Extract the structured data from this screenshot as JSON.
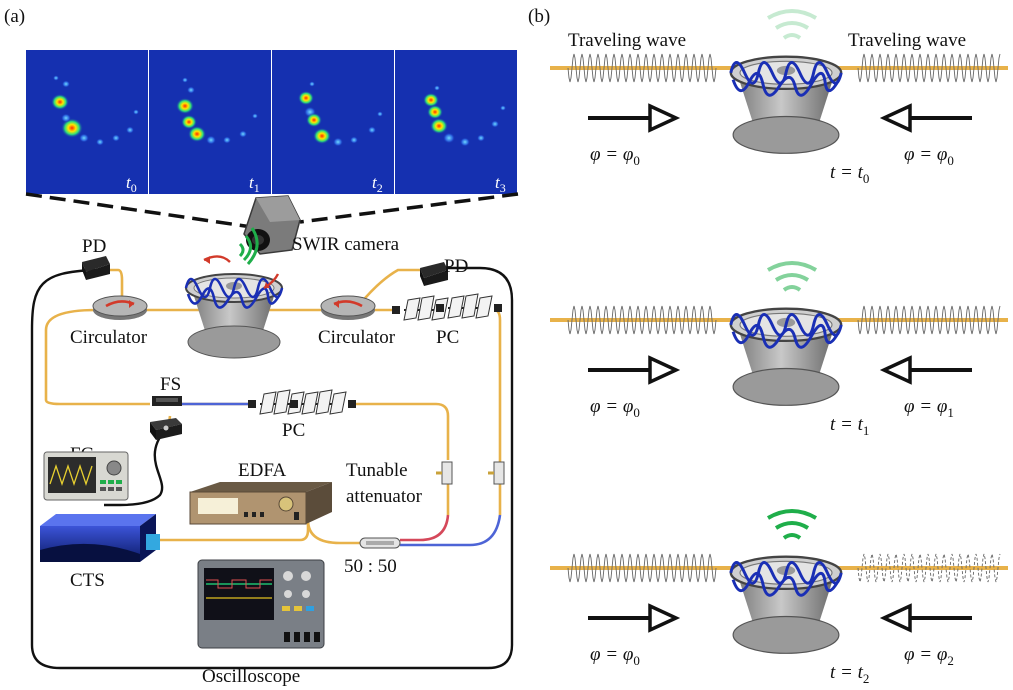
{
  "panel_a": {
    "label": "(a)",
    "snapshots": [
      {
        "t": "t",
        "sub": "0"
      },
      {
        "t": "t",
        "sub": "1"
      },
      {
        "t": "t",
        "sub": "2"
      },
      {
        "t": "t",
        "sub": "3"
      }
    ],
    "labels": {
      "swir_camera": "SWIR camera",
      "pd_left": "PD",
      "pd_right": "PD",
      "circulator_left": "Circulator",
      "circulator_right": "Circulator",
      "pc_top": "PC",
      "pc_mid": "PC",
      "fs": "FS",
      "fg": "FG",
      "edfa": "EDFA",
      "tunable_attenuator_1": "Tunable",
      "tunable_attenuator_2": "attenuator",
      "splitter": "50 : 50",
      "cts": "CTS",
      "oscilloscope": "Oscilloscope"
    }
  },
  "panel_b": {
    "label": "(b)",
    "traveling_wave_left": "Traveling wave",
    "traveling_wave_right": "Traveling wave",
    "rows": [
      {
        "phi_left": "φ = φ",
        "phi_left_sub": "0",
        "phi_right": "φ = φ",
        "phi_right_sub": "0",
        "t": "t = t",
        "t_sub": "0"
      },
      {
        "phi_left": "φ = φ",
        "phi_left_sub": "0",
        "phi_right": "φ = φ",
        "phi_right_sub": "1",
        "t": "t = t",
        "t_sub": "1"
      },
      {
        "phi_left": "φ = φ",
        "phi_left_sub": "0",
        "phi_right": "φ = φ",
        "phi_right_sub": "2",
        "t": "t = t",
        "t_sub": "2"
      }
    ]
  },
  "colors": {
    "fiber": "#e8b24a",
    "ring_wave": "#1a2fb5",
    "signal_green": "#1fae4a",
    "arrow_red": "#d23a2a",
    "camera_bg": "#1530b0"
  }
}
